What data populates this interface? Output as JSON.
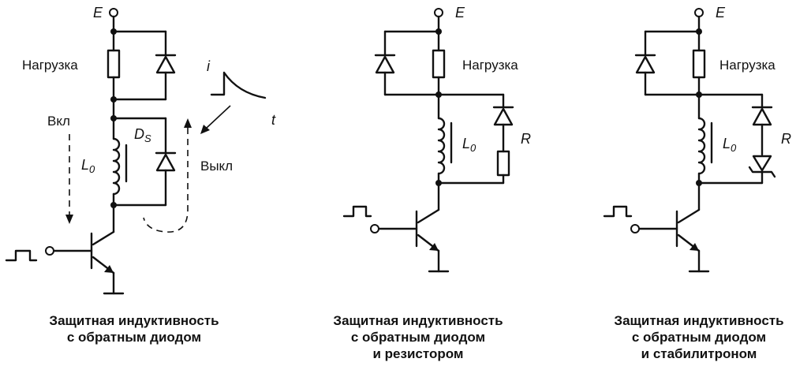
{
  "main": {
    "circuits": [
      {
        "e_label": "E",
        "load_label": "Нагрузка",
        "on_label": "Вкл",
        "off_label": "Выкл",
        "l_label": "L",
        "l_sub": "0",
        "ds_label": "D",
        "ds_sub": "S",
        "graph_i": "i",
        "graph_t": "t",
        "caption": [
          "Защитная индуктивность",
          "с обратным диодом"
        ]
      },
      {
        "e_label": "E",
        "load_label": "Нагрузка",
        "l_label": "L",
        "l_sub": "0",
        "r_label": "R",
        "caption": [
          "Защитная индуктивность",
          "с обратным диодом",
          "и резистором"
        ]
      },
      {
        "e_label": "E",
        "load_label": "Нагрузка",
        "l_label": "L",
        "l_sub": "0",
        "r_label": "R",
        "caption": [
          "Защитная индуктивность",
          "с обратным диодом",
          "и стабилитроном"
        ]
      }
    ]
  }
}
